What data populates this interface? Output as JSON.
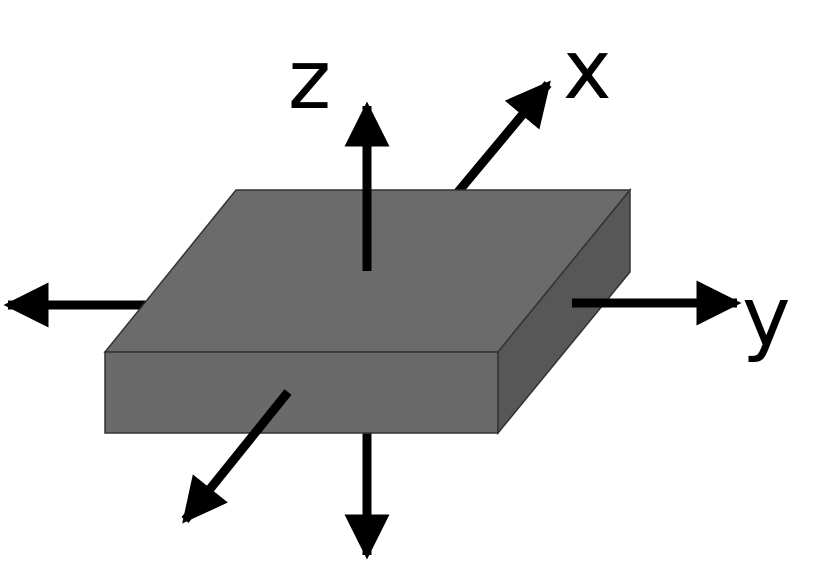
{
  "diagram": {
    "axis_labels": {
      "z": "z",
      "x": "x",
      "y": "y"
    },
    "colors": {
      "top_face": "#6b6b6b",
      "front_face": "#6a6a6a",
      "side_face": "#575757",
      "outline": "#333333",
      "arrow": "#000000",
      "background": "#ffffff"
    }
  }
}
